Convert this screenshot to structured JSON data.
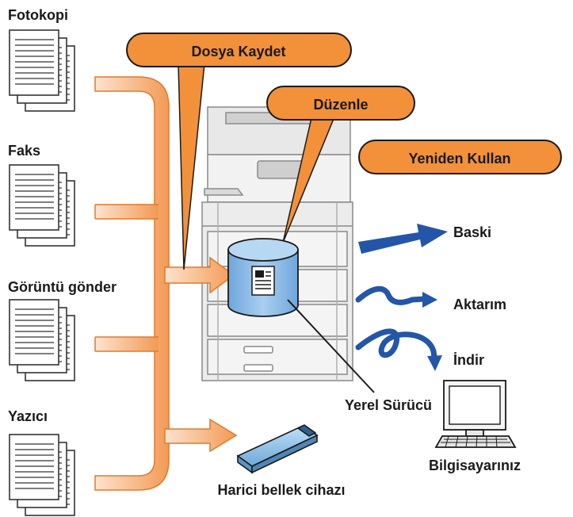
{
  "sources": {
    "copy": "Fotokopi",
    "fax": "Faks",
    "scan": "Görüntü gönder",
    "printer": "Yazıcı"
  },
  "callouts": {
    "file_save": "Dosya Kaydet",
    "edit": "Düzenle",
    "reuse": "Yeniden Kullan"
  },
  "outputs": {
    "print": "Baski",
    "transfer": "Aktarım",
    "download": "İndir"
  },
  "labels": {
    "local_drive": "Yerel Sürücü",
    "external_memory": "Harici bellek cihazı",
    "your_computer": "Bilgisayarınız"
  },
  "colors": {
    "orange": "#f2913a",
    "peach": "#f6b88a",
    "blue_arrow": "#2356a8",
    "drive_blue": "#8fbde8",
    "machine_gray": "#d9d9d9"
  }
}
